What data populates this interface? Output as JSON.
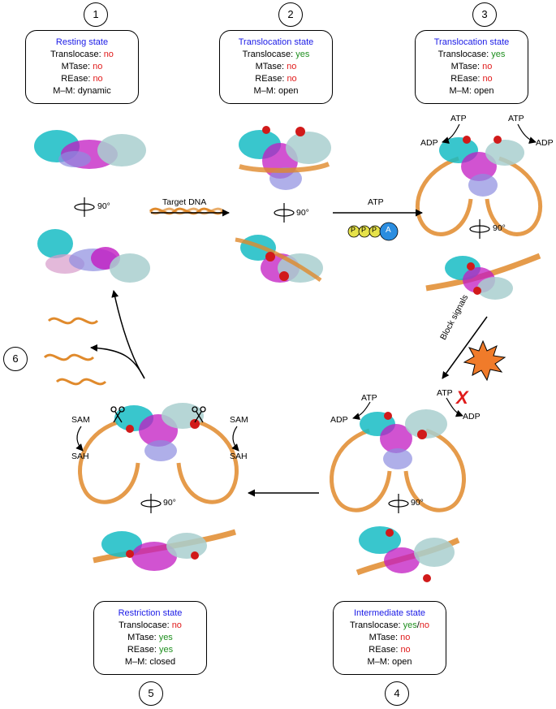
{
  "steps": {
    "s1": "1",
    "s2": "2",
    "s3": "3",
    "s4": "4",
    "s5": "5",
    "s6": "6"
  },
  "states": {
    "resting": {
      "title": "Resting state",
      "translocase_label": "Translocase: ",
      "translocase": "no",
      "mtase_label": "MTase: ",
      "mtase": "no",
      "rease_label": "REase: ",
      "rease": "no",
      "mm": "M–M: dynamic"
    },
    "translocation_a": {
      "title": "Translocation state",
      "translocase_label": "Translocase: ",
      "translocase": "yes",
      "mtase_label": "MTase: ",
      "mtase": "no",
      "rease_label": "REase: ",
      "rease": "no",
      "mm": "M–M: open"
    },
    "translocation_b": {
      "title": "Translocation state",
      "translocase_label": "Translocase: ",
      "translocase": "yes",
      "mtase_label": "MTase: ",
      "mtase": "no",
      "rease_label": "REase: ",
      "rease": "no",
      "mm": "M–M: open"
    },
    "restriction": {
      "title": "Restriction state",
      "translocase_label": "Translocase: ",
      "translocase": "no",
      "mtase_label": "MTase: ",
      "mtase": "yes",
      "rease_label": "REase: ",
      "rease": "yes",
      "mm": "M–M: closed"
    },
    "intermediate": {
      "title": "Intermediate state",
      "translocase_label": "Translocase: ",
      "translocase_yes": "yes",
      "translocase_sep": "/",
      "translocase_no": "no",
      "mtase_label": "MTase: ",
      "mtase": "no",
      "rease_label": "REase: ",
      "rease": "no",
      "mm": "M–M: open"
    }
  },
  "labels": {
    "target_dna": "Target DNA",
    "atp": "ATP",
    "adp": "ADP",
    "rot90": "90°",
    "block_signals": "Block signals",
    "sam": "SAM",
    "sah": "SAH",
    "ppp_p": "P",
    "ppp_a": "A",
    "cross": "X"
  },
  "colors": {
    "yes": "#1f8f1f",
    "no": "#e01b1b",
    "title": "#1a1ae6",
    "dna": "#e08a2c",
    "cyan": "#16bcc4",
    "magenta": "#c21ac2",
    "pale": "#a9cfcf",
    "lavender": "#8d8de0",
    "red": "#d11a1a"
  }
}
